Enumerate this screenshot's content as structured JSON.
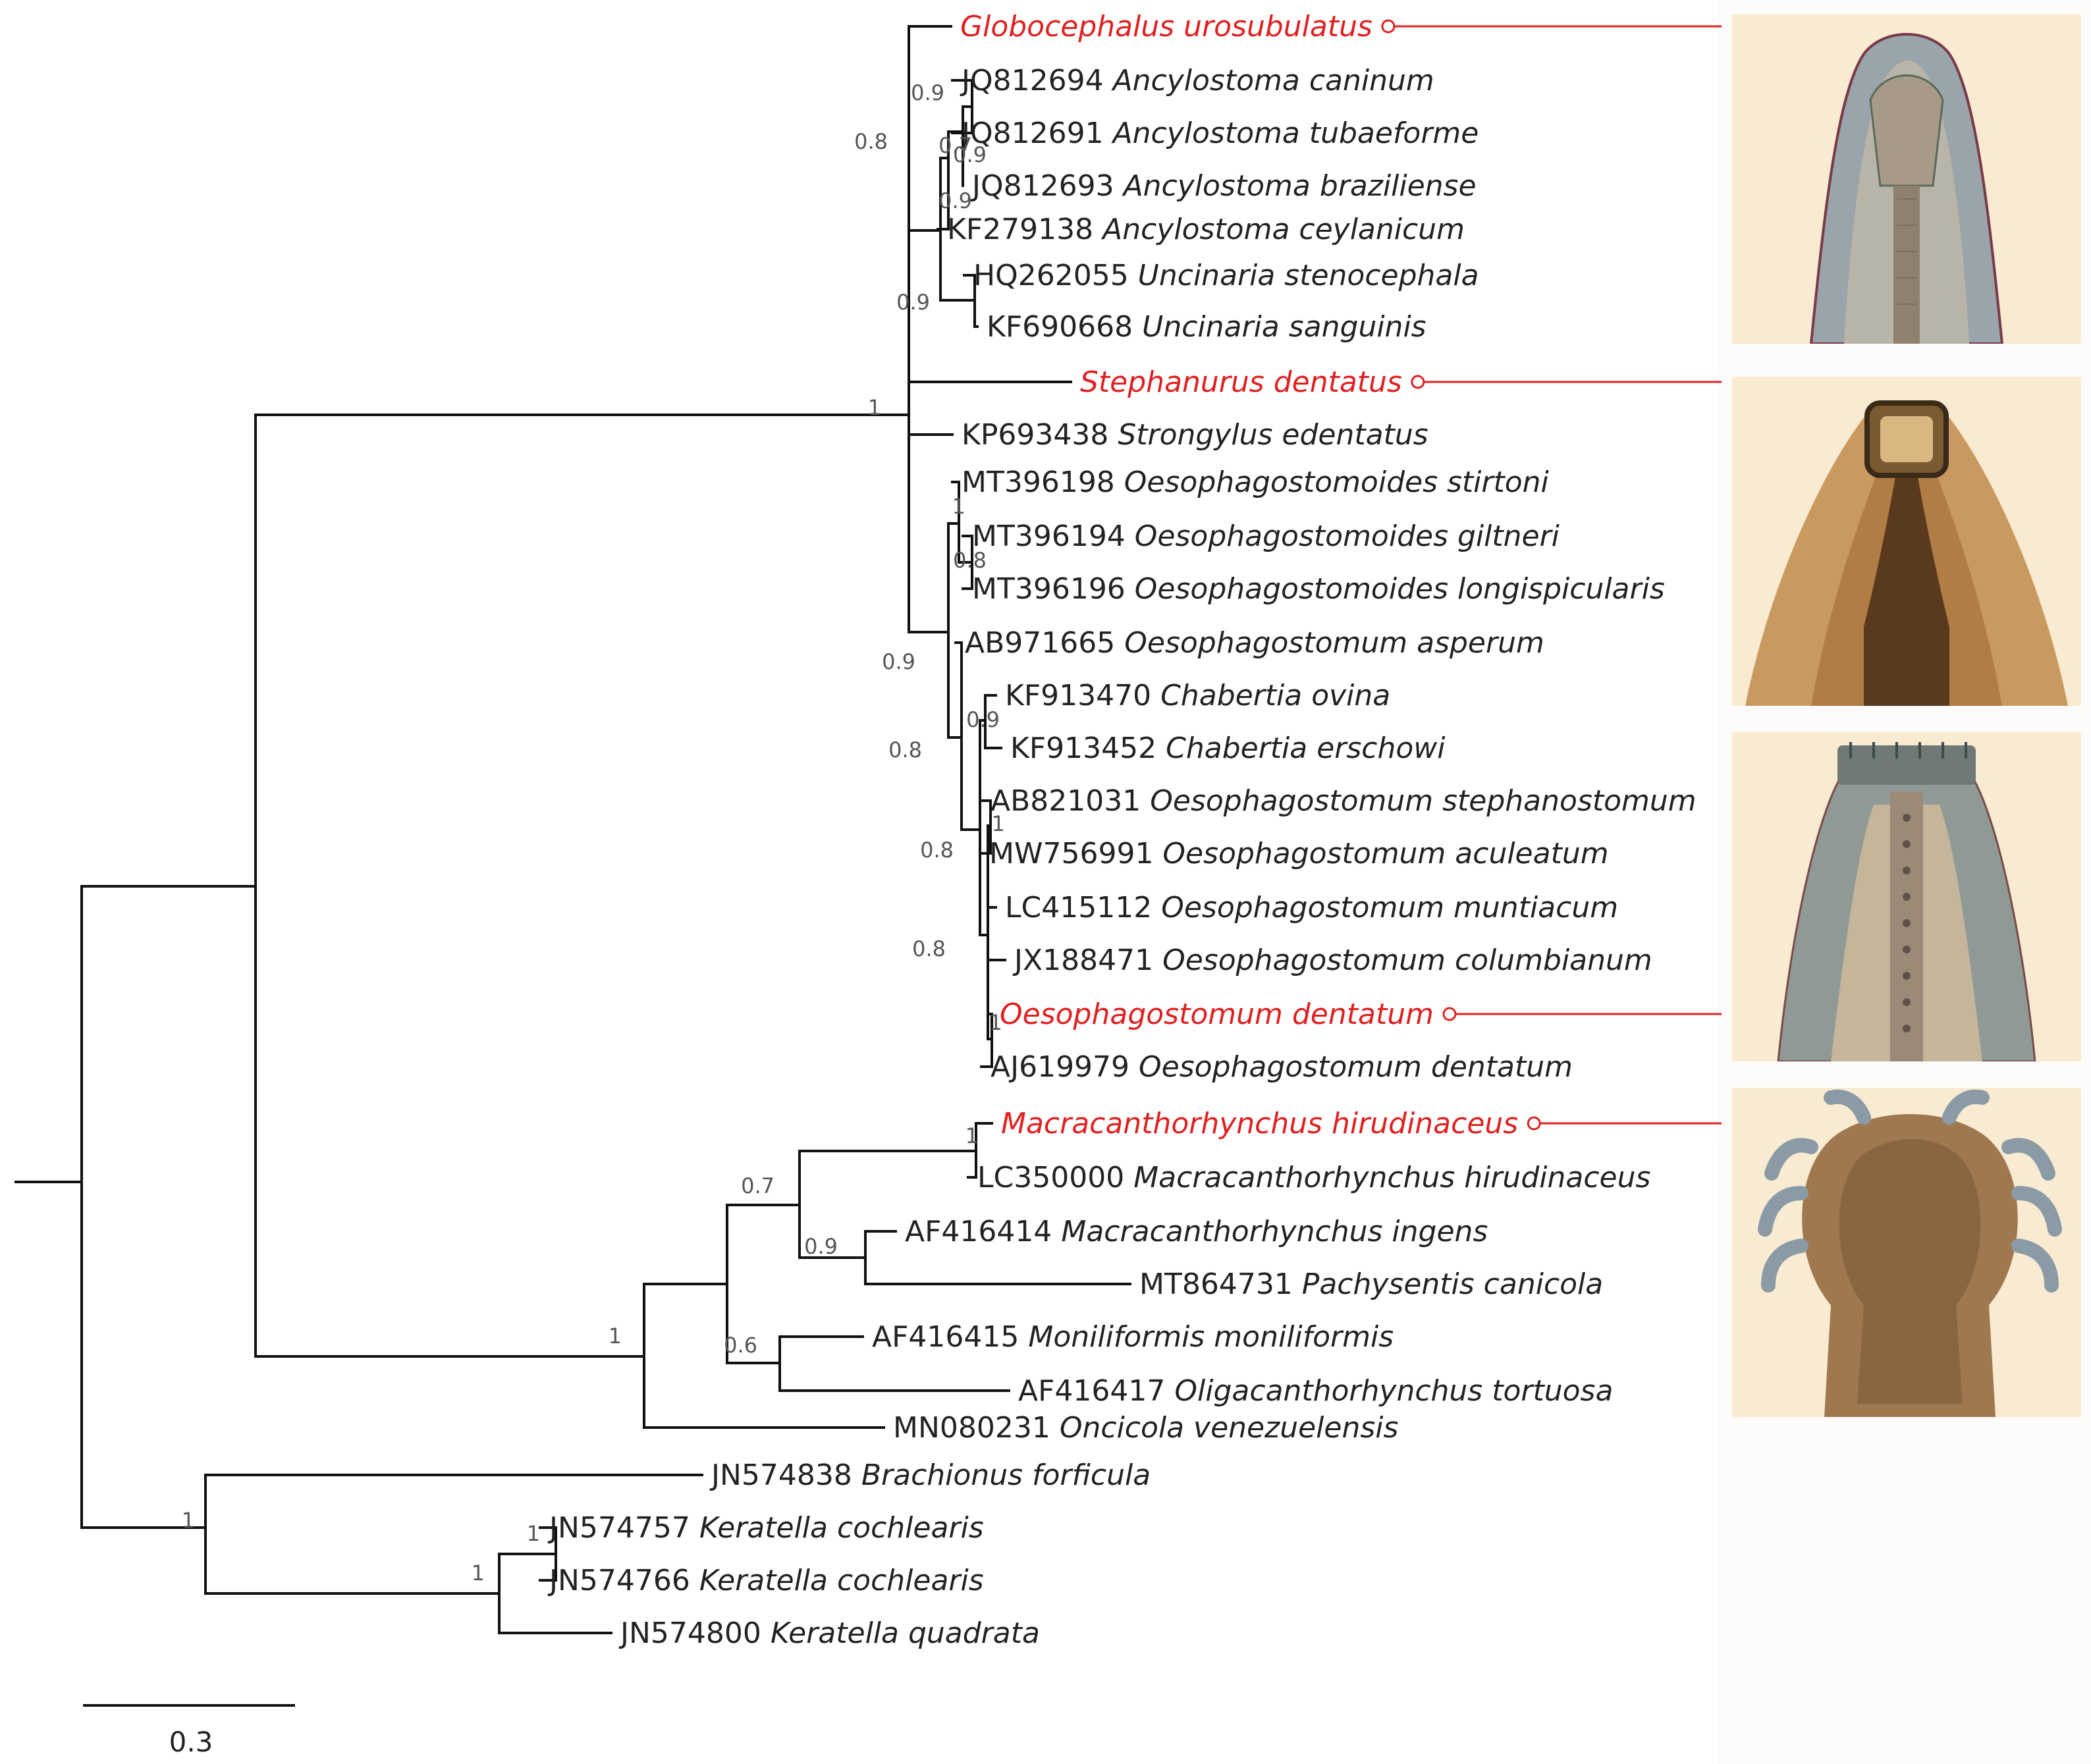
{
  "colors": {
    "highlight": "#e02020",
    "branch": "#111111",
    "text": "#222222",
    "support": "#555555"
  },
  "tips": [
    {
      "acc": "",
      "species": "Globocephalus urosubulatus",
      "highlight": true
    },
    {
      "acc": "JQ812694",
      "species": "Ancylostoma caninum"
    },
    {
      "acc": "JQ812691",
      "species": "Ancylostoma tubaeforme"
    },
    {
      "acc": "JQ812693",
      "species": "Ancylostoma braziliense"
    },
    {
      "acc": "KF279138",
      "species": "Ancylostoma ceylanicum"
    },
    {
      "acc": "HQ262055",
      "species": "Uncinaria stenocephala"
    },
    {
      "acc": "KF690668",
      "species": "Uncinaria sanguinis"
    },
    {
      "acc": "",
      "species": "Stephanurus dentatus",
      "highlight": true
    },
    {
      "acc": "KP693438",
      "species": "Strongylus edentatus"
    },
    {
      "acc": "MT396198",
      "species": "Oesophagostomoides stirtoni"
    },
    {
      "acc": "MT396194",
      "species": "Oesophagostomoides giltneri"
    },
    {
      "acc": "MT396196",
      "species": "Oesophagostomoides longispicularis"
    },
    {
      "acc": "AB971665",
      "species": "Oesophagostomum asperum"
    },
    {
      "acc": "KF913470",
      "species": "Chabertia ovina"
    },
    {
      "acc": "KF913452",
      "species": "Chabertia erschowi"
    },
    {
      "acc": "AB821031",
      "species": "Oesophagostomum stephanostomum"
    },
    {
      "acc": "MW756991",
      "species": "Oesophagostomum aculeatum"
    },
    {
      "acc": "LC415112",
      "species": "Oesophagostomum muntiacum"
    },
    {
      "acc": "JX188471",
      "species": "Oesophagostomum columbianum"
    },
    {
      "acc": "",
      "species": "Oesophagostomum dentatum",
      "highlight": true
    },
    {
      "acc": "AJ619979",
      "species": "Oesophagostomum dentatum"
    },
    {
      "acc": "",
      "species": "Macracanthorhynchus hirudinaceus",
      "highlight": true
    },
    {
      "acc": "LC350000",
      "species": "Macracanthorhynchus hirudinaceus"
    },
    {
      "acc": "AF416414",
      "species": "Macracanthorhynchus ingens"
    },
    {
      "acc": "MT864731",
      "species": "Pachysentis canicola"
    },
    {
      "acc": "AF416415",
      "species": "Moniliformis moniliformis"
    },
    {
      "acc": "AF416417",
      "species": "Oligacanthorhynchus tortuosa"
    },
    {
      "acc": "MN080231",
      "species": "Oncicola venezuelensis"
    },
    {
      "acc": "JN574838",
      "species": "Brachionus forficula"
    },
    {
      "acc": "JN574757",
      "species": "Keratella cochlearis"
    },
    {
      "acc": "JN574766",
      "species": "Keratella cochlearis"
    },
    {
      "acc": "JN574800",
      "species": "Keratella quadrata"
    }
  ],
  "supports": [
    "0.9",
    "0.7",
    "0.9",
    "0.9",
    "0.8",
    "1",
    "0.9",
    "0.8",
    "1",
    "0.9",
    "0.8",
    "0.8",
    "1",
    "0.8",
    "1",
    "1",
    "0.9",
    "0.9",
    "0.7",
    "0.6",
    "1",
    "1",
    "1",
    "1"
  ],
  "scale_bar": {
    "label": "0.3"
  },
  "photos": [
    "globocephalus-head-photo",
    "stephanurus-head-photo",
    "oesophagostomum-head-photo",
    "macracanthorhynchus-proboscis-photo"
  ]
}
